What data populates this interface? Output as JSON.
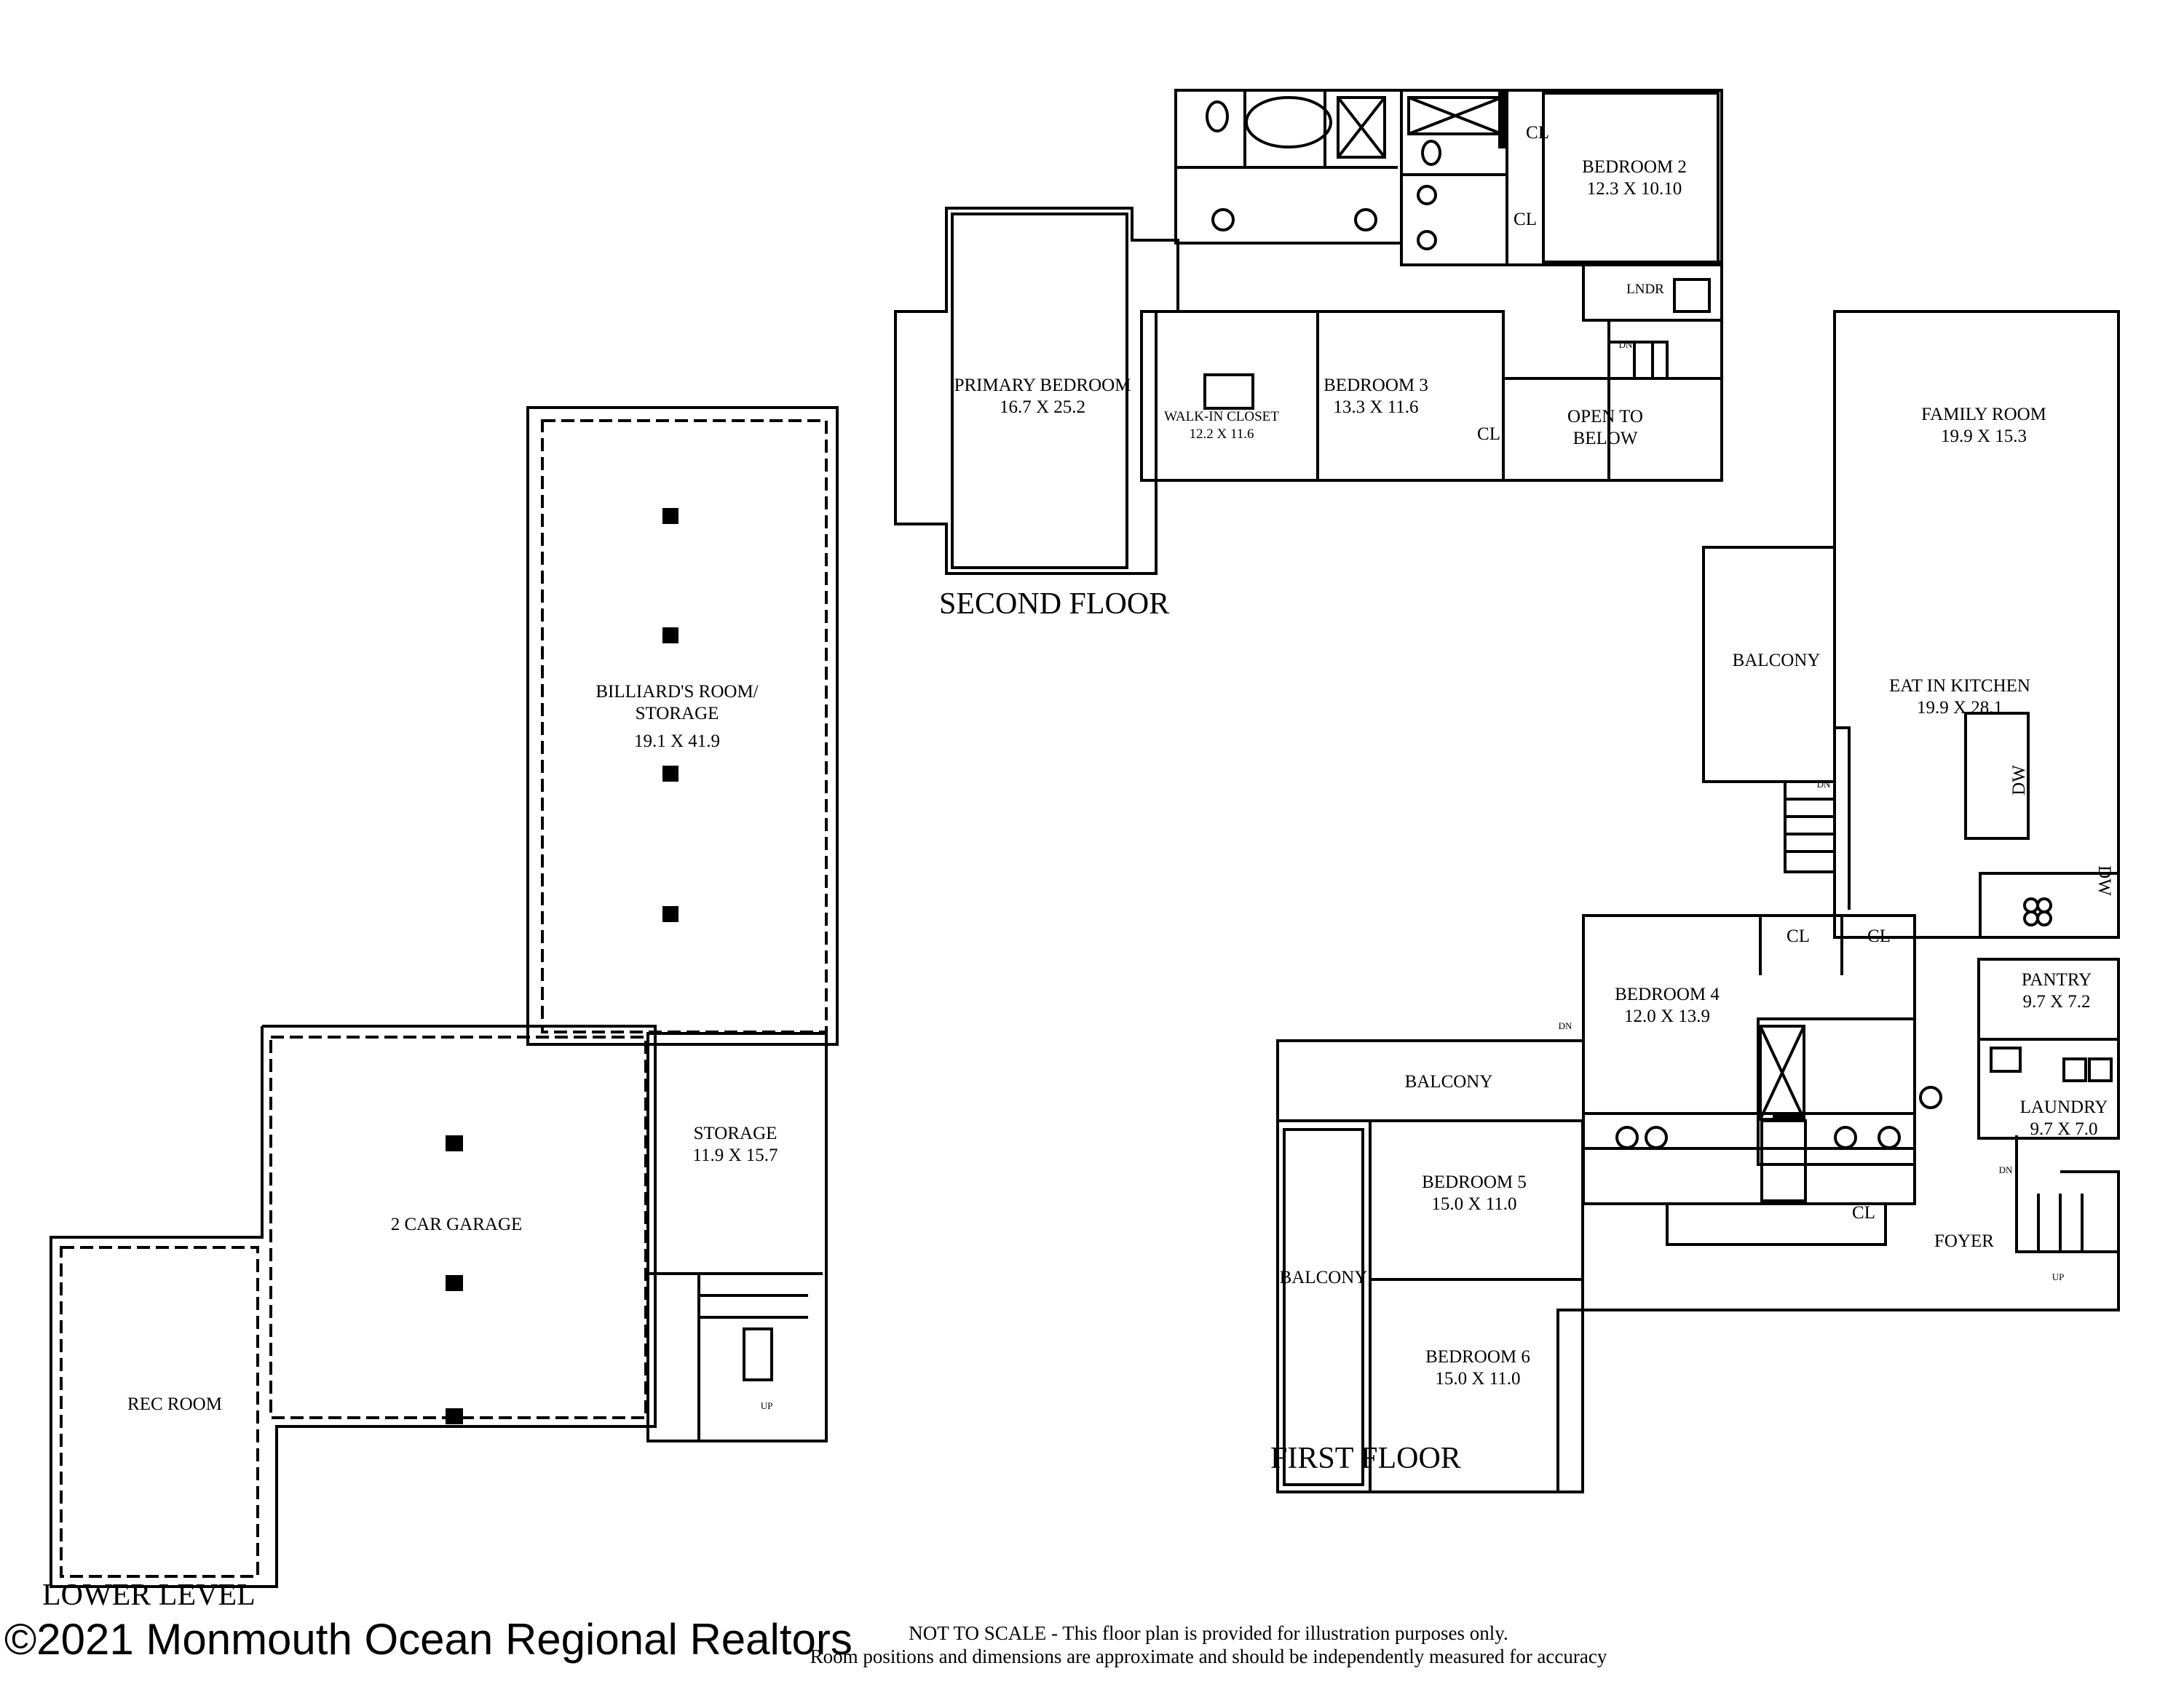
{
  "floors": {
    "second": "SECOND FLOOR",
    "first": "FIRST FLOOR",
    "lower": "LOWER LEVEL"
  },
  "rooms": {
    "primary_bedroom": {
      "name": "PRIMARY BEDROOM",
      "dims": "16.7 X 25.2"
    },
    "walk_in_closet": {
      "name": "WALK-IN CLOSET",
      "dims": "12.2 X 11.6"
    },
    "bedroom_3": {
      "name": "BEDROOM 3",
      "dims": "13.3 X 11.6"
    },
    "bedroom_2": {
      "name": "BEDROOM 2",
      "dims": "12.3 X 10.10"
    },
    "open_to_below": {
      "line1": "OPEN TO",
      "line2": "BELOW"
    },
    "lndr": "LNDR",
    "family_room": {
      "name": "FAMILY ROOM",
      "dims": "19.9 X 15.3"
    },
    "eat_in_kitchen": {
      "name": "EAT IN KITCHEN",
      "dims": "19.9 X 28.1"
    },
    "pantry": {
      "name": "PANTRY",
      "dims": "9.7 X 7.2"
    },
    "laundry": {
      "name": "LAUNDRY",
      "dims": "9.7 X 7.0"
    },
    "foyer": "FOYER",
    "bedroom_4": {
      "name": "BEDROOM 4",
      "dims": "12.0 X 13.9"
    },
    "bedroom_5": {
      "name": "BEDROOM 5",
      "dims": "15.0 X 11.0"
    },
    "bedroom_6": {
      "name": "BEDROOM 6",
      "dims": "15.0 X 11.0"
    },
    "balcony": "BALCONY",
    "billiards": {
      "line1": "BILLIARD'S ROOM/",
      "line2": "STORAGE",
      "dims": "19.1 X 41.9"
    },
    "storage": {
      "name": "STORAGE",
      "dims": "11.9 X 15.7"
    },
    "garage": "2 CAR GARAGE",
    "rec_room": "REC ROOM",
    "closet": "CL",
    "dw": "DW",
    "dn": "DN",
    "up": "UP"
  },
  "disclaimer": {
    "line1": "NOT TO SCALE - This floor plan is provided for illustration purposes only.",
    "line2": "Room positions and dimensions are approximate and should be independently measured for accuracy"
  },
  "copyright": "©2021 Monmouth Ocean Regional Realtors"
}
